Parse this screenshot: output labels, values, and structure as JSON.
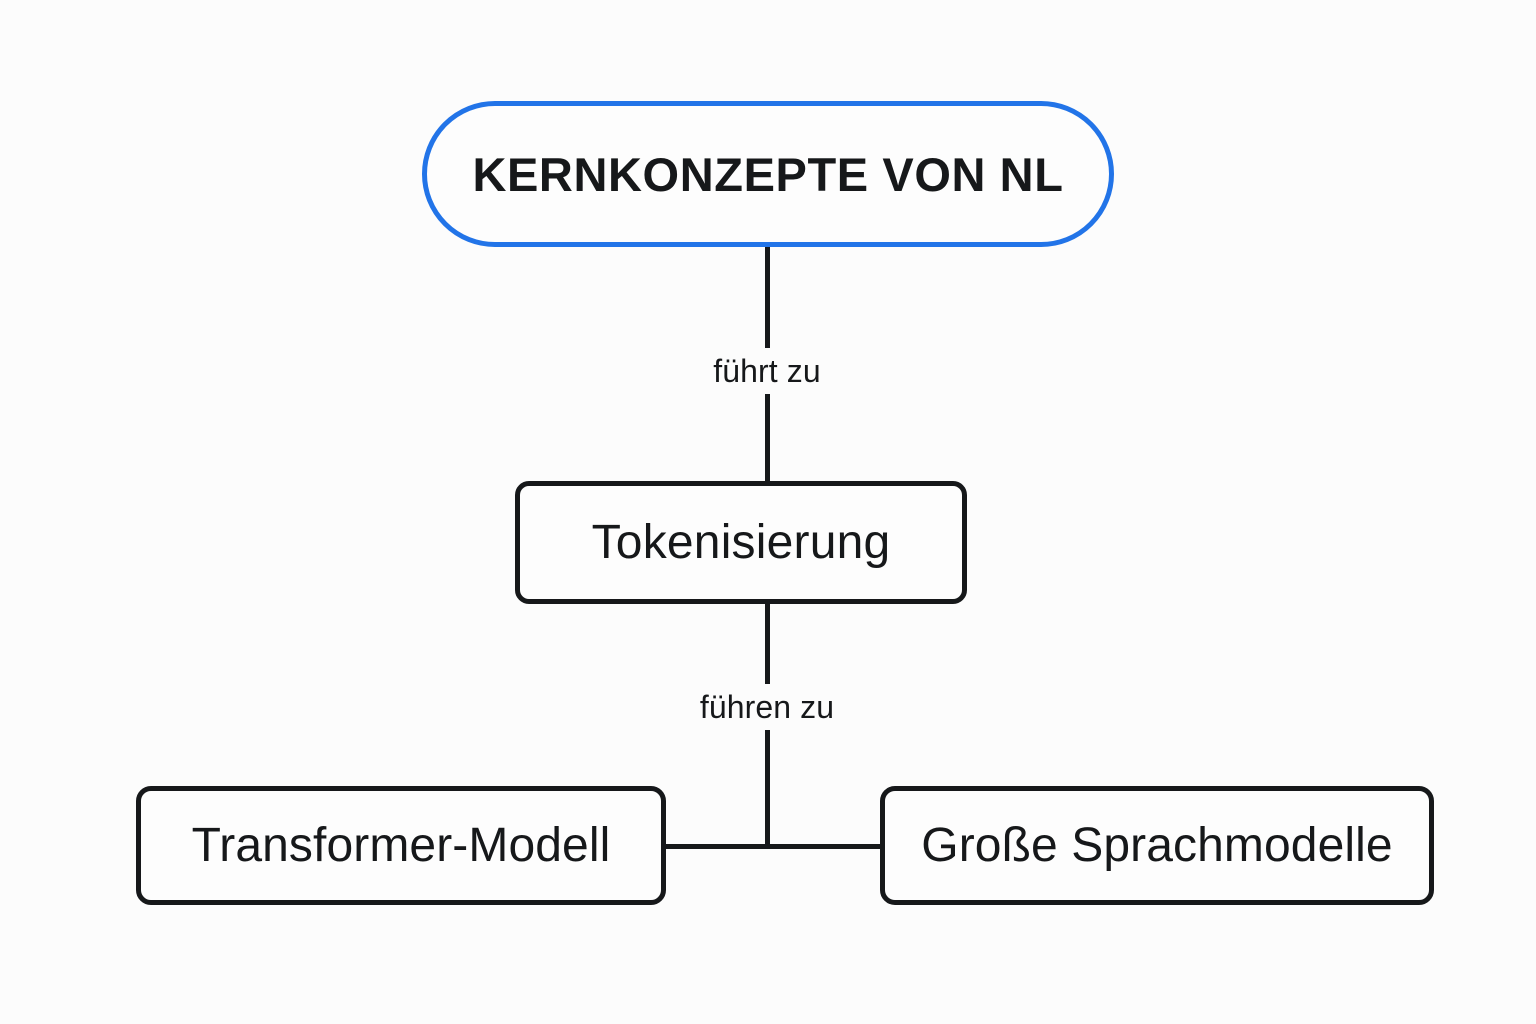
{
  "diagram": {
    "type": "mindmap",
    "language": "de",
    "background_color": "#fcfcfc",
    "nodes": [
      {
        "id": "root",
        "label": "KERNKONZEPTE VON NL",
        "shape": "pill",
        "border_color": "#2274e8",
        "text_color": "#16181a",
        "level": 0
      },
      {
        "id": "tokenisierung",
        "label": "Tokenisierung",
        "shape": "rounded-rect",
        "border_color": "#16181a",
        "text_color": "#16181a",
        "level": 1
      },
      {
        "id": "transformer",
        "label": "Transformer-Modell",
        "shape": "rounded-rect",
        "border_color": "#16181a",
        "text_color": "#16181a",
        "level": 2
      },
      {
        "id": "llm",
        "label": "Große Sprachmodelle",
        "shape": "rounded-rect",
        "border_color": "#16181a",
        "text_color": "#16181a",
        "level": 2
      }
    ],
    "edges": [
      {
        "id": "edge-root-token",
        "from": "root",
        "to": "tokenisierung",
        "label": "führt zu",
        "color": "#16181a"
      },
      {
        "id": "edge-token-leaves",
        "from": "tokenisierung",
        "to": "transformer, llm",
        "label": "führen zu",
        "color": "#16181a"
      }
    ]
  }
}
